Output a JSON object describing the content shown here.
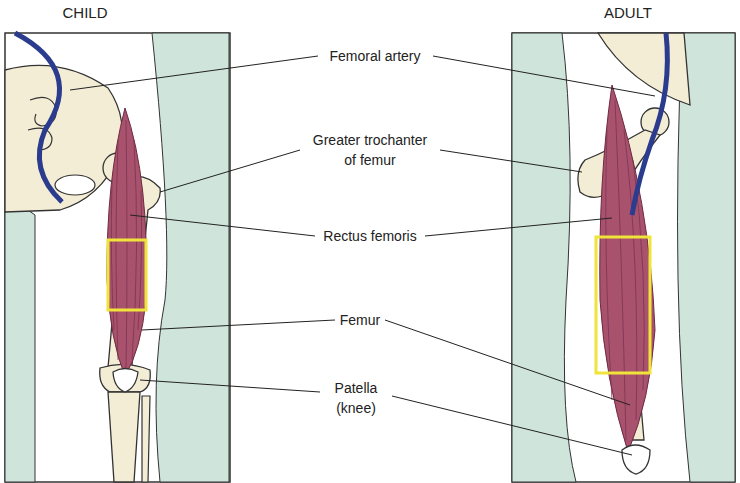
{
  "diagram": {
    "labels": [
      "CHILD",
      "ADULT",
      "Femoral artery",
      "Greater trochanter of femur",
      "Rectus femoris",
      "Femur",
      "Patella (knee)"
    ]
  }
}
